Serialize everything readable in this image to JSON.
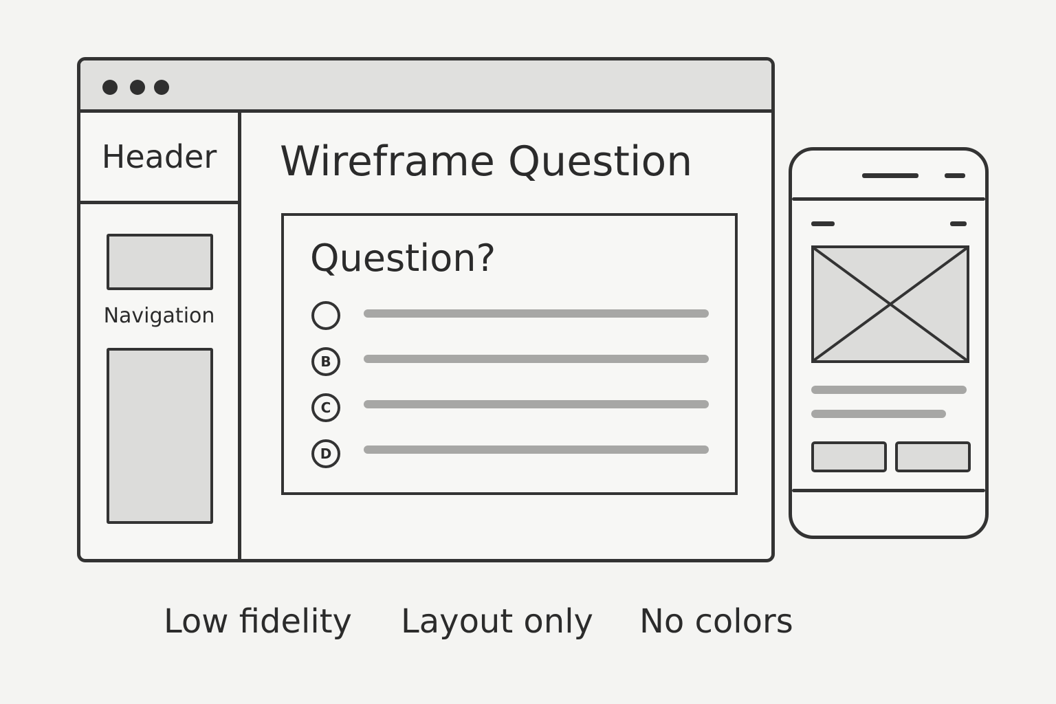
{
  "sidebar": {
    "header_label": "Header",
    "navigation_label": "Navigation"
  },
  "main": {
    "title": "Wireframe Question",
    "question": {
      "text": "Question?",
      "options": [
        {
          "marker": ""
        },
        {
          "marker": "B"
        },
        {
          "marker": "C"
        },
        {
          "marker": "D"
        }
      ]
    }
  },
  "phone": {
    "image_placeholder_icon": "image-placeholder-icon"
  },
  "captions": [
    "Low fidelity",
    "Layout only",
    "No colors"
  ],
  "colors": {
    "stroke": "#333333",
    "placeholder_fill": "#dcdcda",
    "text_line": "#a7a7a5",
    "background": "#f4f4f2"
  }
}
